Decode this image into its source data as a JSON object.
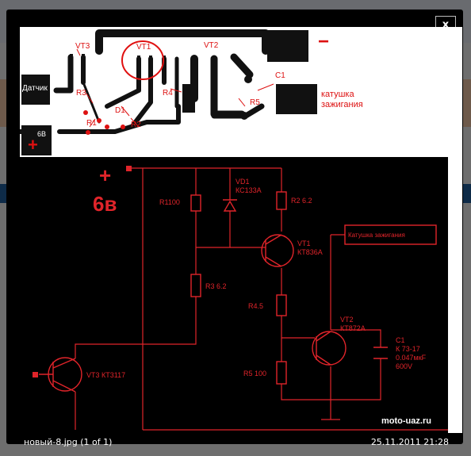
{
  "viewer": {
    "close_label": "x",
    "caption": "новый-8.jpg (1 of 1)",
    "datetime": "25.11.2011 21:28"
  },
  "photo_top": {
    "vt3": "VT3",
    "vt1": "VT1",
    "vt2": "VT2",
    "minus": "−",
    "sensor": "Датчик",
    "r3": "R3",
    "d1": "D1",
    "r4": "R4",
    "c1": "C1",
    "r5": "R5",
    "coil_line1": "катушка",
    "coil_line2": "зажигания",
    "r1": "R1",
    "r2": "R2",
    "plus_6v": "6В",
    "plus": "+"
  },
  "schematic": {
    "plus": "+",
    "supply": "6в",
    "r1": "R1100",
    "vd1_line1": "VD1",
    "vd1_line2": "КС133А",
    "r2": "R2 6.2",
    "coil_box": "Катушка зажигания",
    "vt1_line1": "VT1",
    "vt1_line2": "КТ836А",
    "r3": "R3 6.2",
    "r4": "R4.5",
    "vt2_line1": "VT2",
    "vt2_line2": "КТ872А",
    "c1_line1": "C1",
    "c1_line2": "К 73-17",
    "c1_line3": "0.047мкF",
    "c1_line4": "600V",
    "vt3": "VT3 КТ3117",
    "r5": "R5 100",
    "watermark": "moto-uaz.ru"
  },
  "colors": {
    "schematic_red": "#e0242a",
    "pcb_trace": "#111111",
    "label_red": "#d11"
  }
}
